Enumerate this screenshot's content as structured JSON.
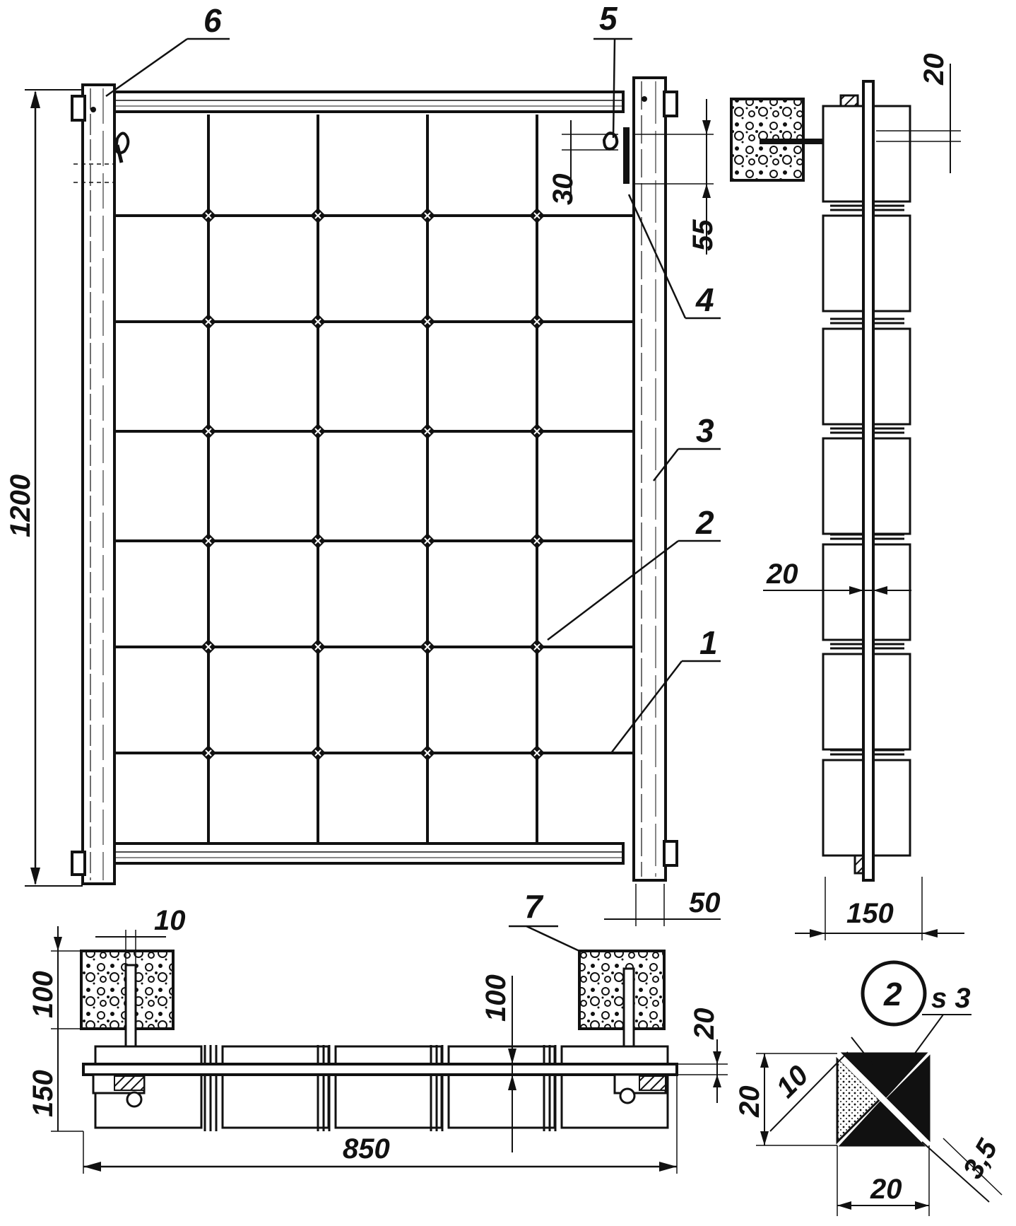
{
  "callouts": {
    "c1": "1",
    "c2": "2",
    "c3": "3",
    "c4": "4",
    "c5": "5",
    "c6": "6",
    "c7": "7"
  },
  "dimensions": {
    "height_1200": "1200",
    "d30": "30",
    "d55": "55",
    "d50": "50",
    "d20_top_right": "20",
    "d20_mid_right": "20",
    "d150_side": "150",
    "d10_plan": "10",
    "d100_plan_left": "100",
    "d150_plan_left": "150",
    "d100_plan_mid": "100",
    "d20_plan_right": "20",
    "d850": "850",
    "detail_number": "2",
    "s3": "s 3",
    "detail_10": "10",
    "detail_20_left": "20",
    "detail_20_bottom": "20",
    "detail_3_5": "3,5"
  },
  "colors": {
    "ink": "#111111",
    "paper": "#ffffff"
  }
}
